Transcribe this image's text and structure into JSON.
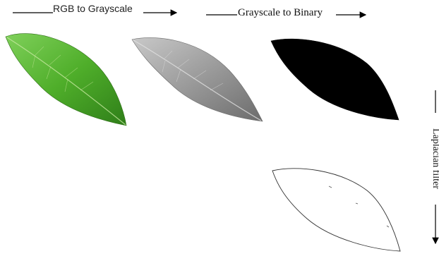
{
  "labels": {
    "rgb_to_grayscale": "RGB to Grayscale",
    "grayscale_to_binary": "Grayscale to Binary",
    "laplacian_filter": "Laplacian filter"
  },
  "panels": {
    "rgb": {
      "fill": "#4fae2a",
      "vein": "#cfe8a8"
    },
    "gray": {
      "fill": "#9a9a9a",
      "vein": "#e0e0e0"
    },
    "binary": {
      "fill": "#000000"
    },
    "edge": {
      "stroke": "#333333"
    }
  }
}
